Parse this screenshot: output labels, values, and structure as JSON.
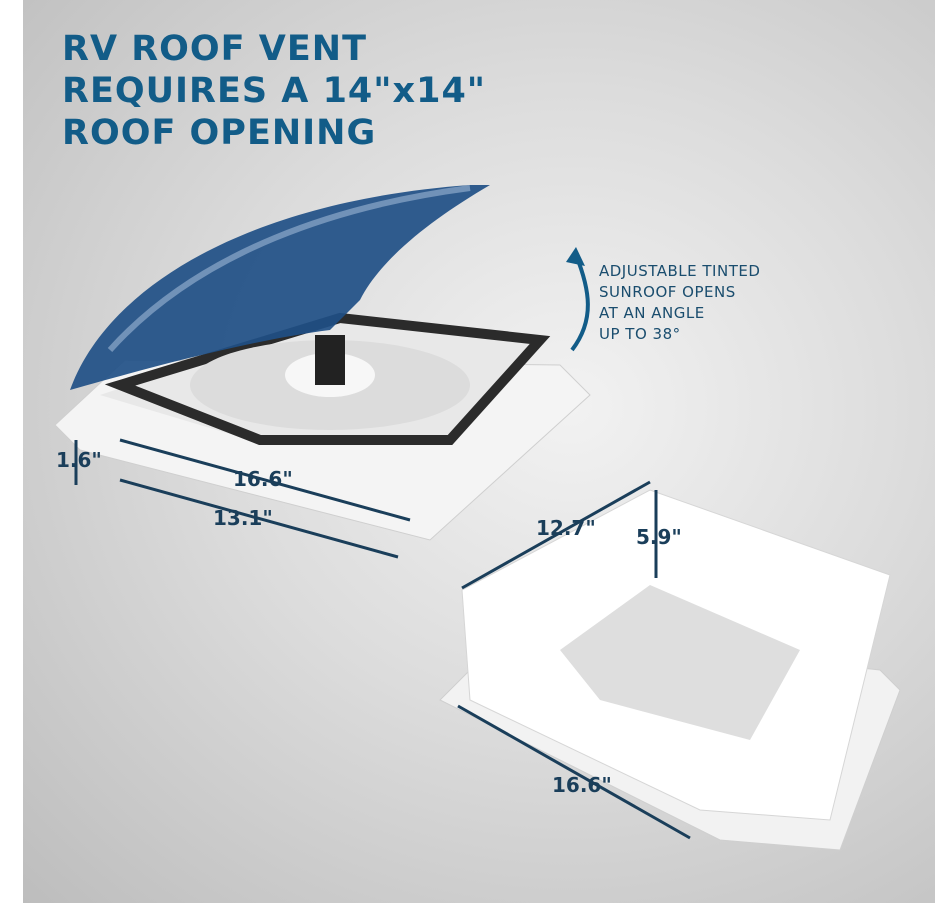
{
  "title": {
    "line1": "RV ROOF VENT",
    "line2": "REQUIRES A 14\"x14\"",
    "line3": "ROOF OPENING"
  },
  "callout": {
    "line1": "ADJUSTABLE TINTED",
    "line2": "SUNROOF OPENS",
    "line3": "AT AN ANGLE",
    "line4": "UP TO 38°"
  },
  "dimensions": {
    "vent_height": "1.6\"",
    "vent_outer_width": "16.6\"",
    "vent_inner_width": "13.1\"",
    "garnish_width": "12.7\"",
    "garnish_height": "5.9\"",
    "garnish_flange_width": "16.6\""
  },
  "colors": {
    "accent": "#125c88",
    "tint": "#1f4f86"
  }
}
